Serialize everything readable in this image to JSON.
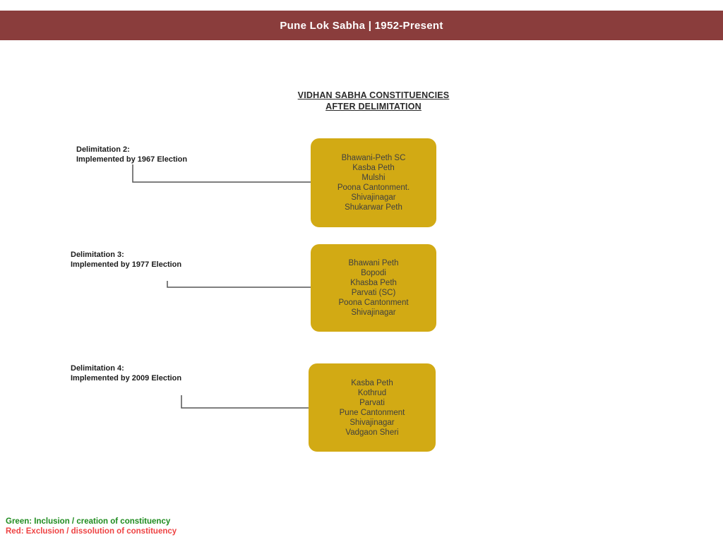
{
  "header": {
    "title": "Pune Lok Sabha | 1952-Present",
    "bg_color": "#8a3d3c",
    "text_color": "#ffffff"
  },
  "diagram_title": {
    "line1": "VIDHAN SABHA CONSTITUENCIES",
    "line2": "AFTER DELIMITATION"
  },
  "rows": [
    {
      "label_line1": "Delimitation 2:",
      "label_line2": "Implemented by 1967 Election",
      "constituencies": [
        "Bhawani-Peth SC",
        "Kasba Peth",
        "Mulshi",
        "Poona Cantonment.",
        "Shivajinagar",
        "Shukarwar Peth"
      ]
    },
    {
      "label_line1": "Delimitation 3:",
      "label_line2": "Implemented by 1977 Election",
      "constituencies": [
        "Bhawani Peth",
        "Bopodi",
        "Khasba Peth",
        "Parvati (SC)",
        "Poona Cantonment",
        "Shivajinagar"
      ]
    },
    {
      "label_line1": "Delimitation 4:",
      "label_line2": "Implemented by 2009 Election",
      "constituencies": [
        "Kasba Peth",
        "Kothrud",
        "Parvati",
        "Pune Cantonment",
        "Shivajinagar",
        "Vadgaon Sheri"
      ]
    }
  ],
  "legend": {
    "green_text": "Green: Inclusion / creation of constituency",
    "green_color": "#1f8c1f",
    "red_text": "Red: Exclusion / dissolution of constituency",
    "red_color": "#ee4343"
  },
  "colors": {
    "box_fill": "#d2aa14",
    "box_text": "#3f3f3f",
    "connector": "#555555"
  }
}
